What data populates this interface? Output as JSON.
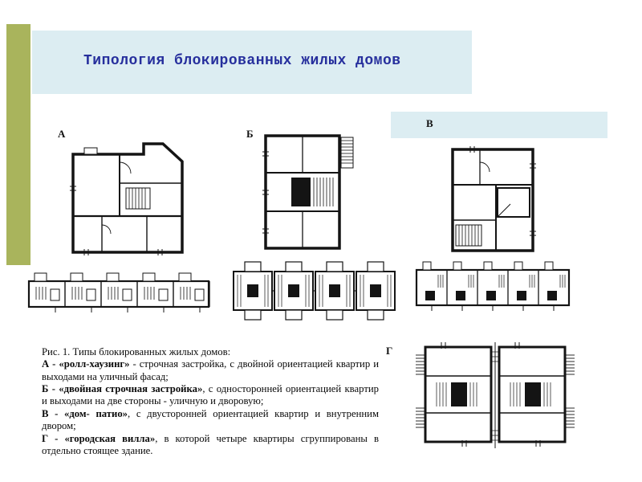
{
  "slide": {
    "title": "Типология блокированных жилых домов"
  },
  "plan_labels": {
    "a": "А",
    "b": "Б",
    "v": "В",
    "g": "Г"
  },
  "caption": {
    "title": "Рис. 1. Типы блокированных жилых домов:",
    "items": [
      {
        "bold": "А - «ролл-хаузинг»",
        "rest": " - строчная застройка, с двойной ориентацией квартир и выходами на уличный фасад;"
      },
      {
        "bold": "Б - «двойная строчная застройка»",
        "rest": ", с односторонней ориентацией квартир и выходами на две стороны - уличную и дворовую;"
      },
      {
        "bold": "В - «дом- патио»",
        "rest": ", с двусторонней ориентацией квартир и внутренним двором;"
      },
      {
        "bold": "Г - «городская вилла»",
        "rest": ", в которой четыре квартиры сгруппированы в отдельно стоящее здание."
      }
    ]
  },
  "colors": {
    "title_text": "#262f9d",
    "panel_blue": "#dcedf2",
    "accent_olive": "#a9b45c",
    "drawing_ink": "#141414"
  }
}
